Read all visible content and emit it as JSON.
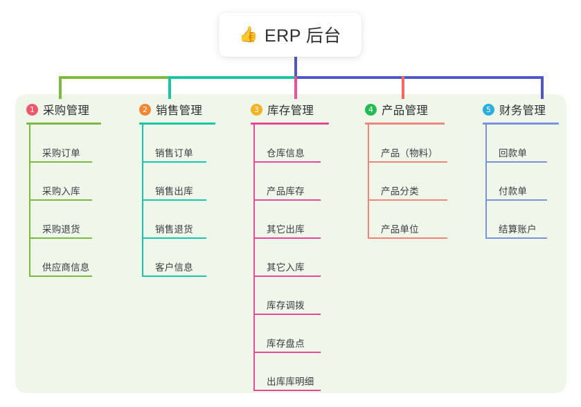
{
  "root": {
    "icon": "thumbs-up-icon",
    "icon_glyph": "👍",
    "title": "ERP 后台"
  },
  "theme": {
    "panel_bg": "#eef7e9",
    "page_bg": "#ffffff",
    "text": "#2f3033"
  },
  "connectors": {
    "stem_color": "#4f56c8",
    "segments": [
      {
        "color": "#7cba3f"
      },
      {
        "color": "#17c6a4"
      },
      {
        "color": "#4f56c8"
      }
    ]
  },
  "columns": [
    {
      "number": "1",
      "label": "采购管理",
      "badge_color": "#f0576a",
      "line_color": "#7cba3f",
      "head_rule_width": 108,
      "leaf_rule_width": 90,
      "items": [
        {
          "label": "采购订单"
        },
        {
          "label": "采购入库"
        },
        {
          "label": "采购退货"
        },
        {
          "label": "供应商信息"
        }
      ]
    },
    {
      "number": "2",
      "label": "销售管理",
      "badge_color": "#f58634",
      "line_color": "#17c6a4",
      "head_rule_width": 110,
      "leaf_rule_width": 92,
      "items": [
        {
          "label": "销售订单"
        },
        {
          "label": "销售出库"
        },
        {
          "label": "销售退货"
        },
        {
          "label": "客户信息"
        }
      ]
    },
    {
      "number": "3",
      "label": "库存管理",
      "badge_color": "#f5b325",
      "line_color": "#e8469b",
      "head_rule_width": 113,
      "leaf_rule_width": 96,
      "items": [
        {
          "label": "仓库信息"
        },
        {
          "label": "产品库存"
        },
        {
          "label": "其它出库"
        },
        {
          "label": "其它入库"
        },
        {
          "label": "库存调拨"
        },
        {
          "label": "库存盘点"
        },
        {
          "label": "出库库明细"
        }
      ]
    },
    {
      "number": "4",
      "label": "产品管理",
      "badge_color": "#22bb55",
      "line_color": "#f2837b",
      "head_rule_width": 115,
      "leaf_rule_width": 114,
      "items": [
        {
          "label": "产品（物料）"
        },
        {
          "label": "产品分类"
        },
        {
          "label": "产品单位"
        }
      ]
    },
    {
      "number": "5",
      "label": "财务管理",
      "badge_color": "#2aaee0",
      "line_color": "#7a92dd",
      "head_rule_width": 110,
      "leaf_rule_width": 88,
      "items": [
        {
          "label": "回款单"
        },
        {
          "label": "付款单"
        },
        {
          "label": "结算账户"
        }
      ]
    }
  ]
}
